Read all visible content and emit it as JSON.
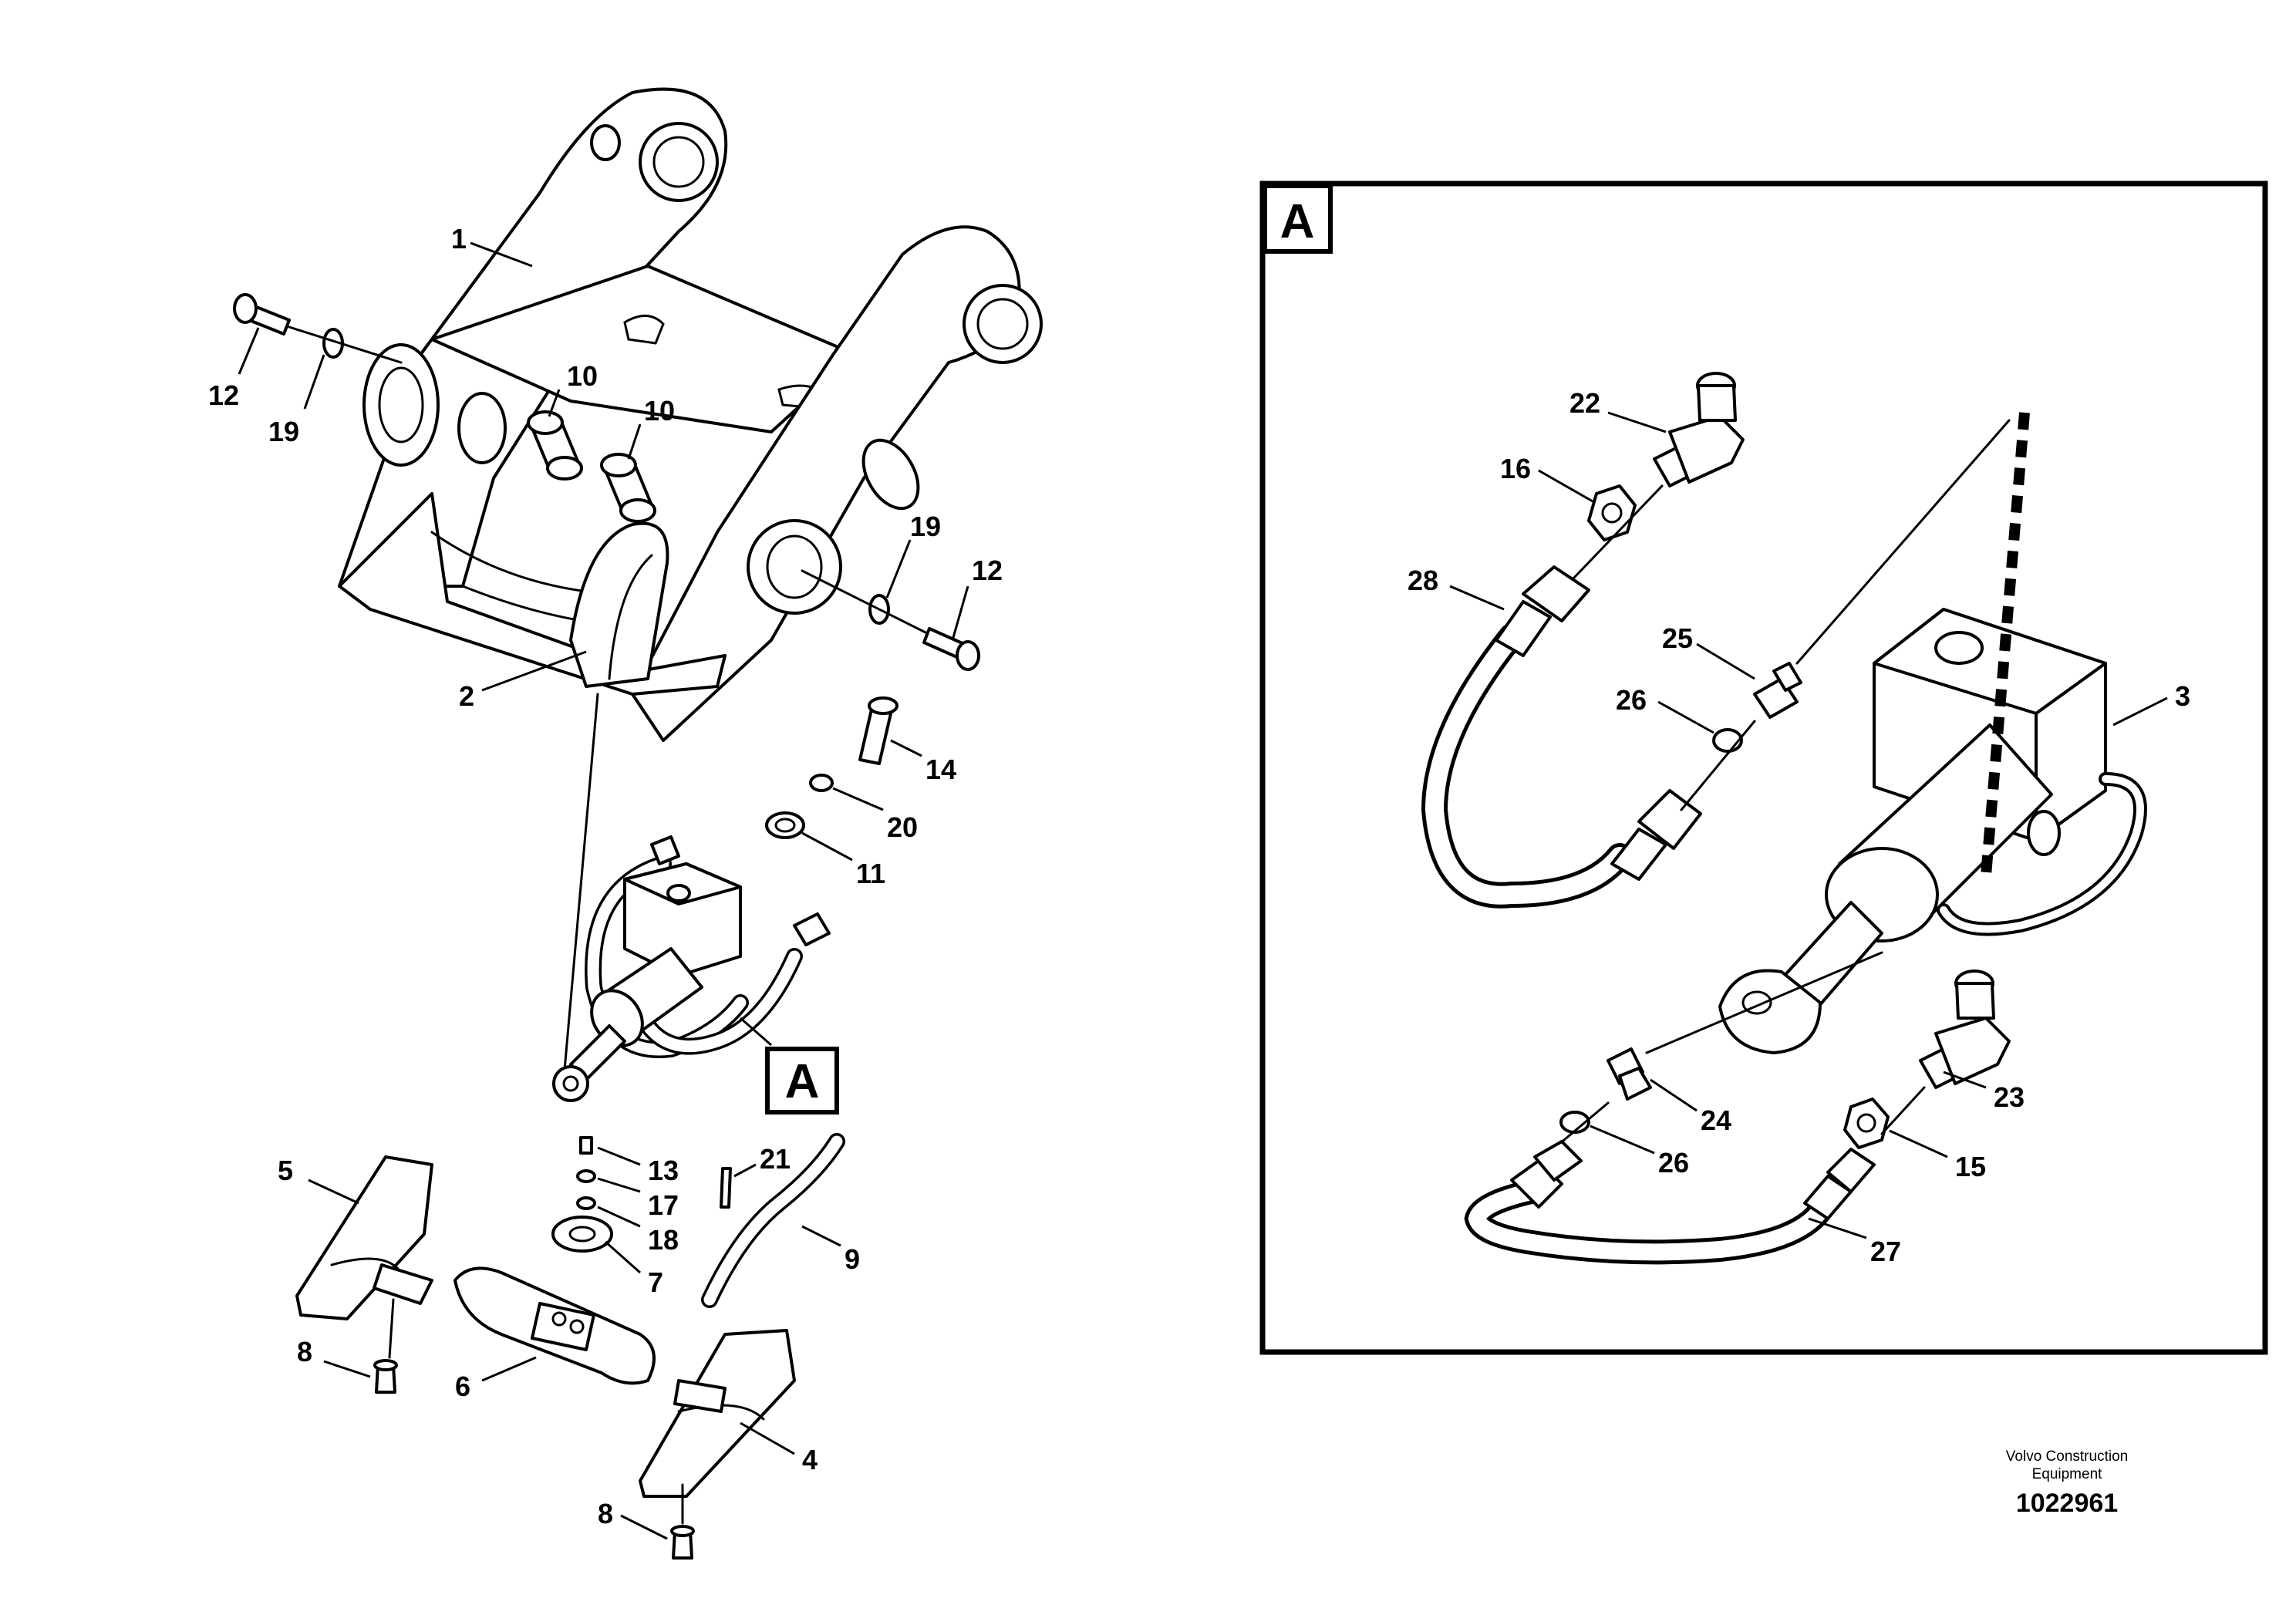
{
  "main_view": {
    "labels": [
      "1",
      "2",
      "10",
      "10",
      "12",
      "19",
      "19",
      "12",
      "14",
      "20",
      "11",
      "13",
      "17",
      "18",
      "7",
      "21",
      "9",
      "5",
      "8",
      "6",
      "4",
      "8"
    ],
    "detail_callout": "A"
  },
  "detail_view": {
    "title": "A",
    "labels": [
      "22",
      "16",
      "28",
      "25",
      "26",
      "3",
      "24",
      "26",
      "23",
      "15",
      "27"
    ]
  },
  "credit": {
    "company_line1": "Volvo Construction",
    "company_line2": "Equipment",
    "drawing_number": "1022961"
  }
}
